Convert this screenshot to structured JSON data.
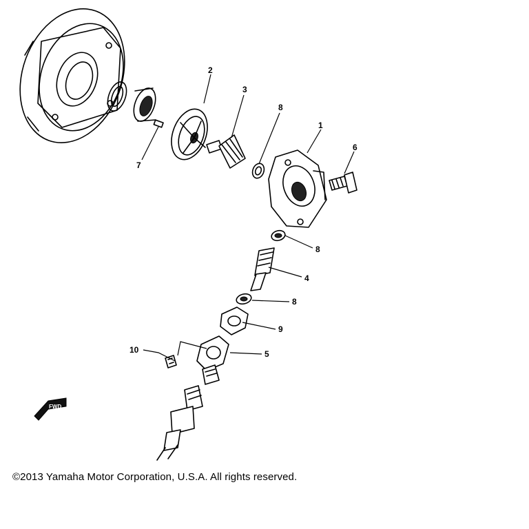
{
  "callouts": {
    "c1": "1",
    "c2": "2",
    "c3": "3",
    "c4": "4",
    "c5": "5",
    "c6": "6",
    "c7": "7",
    "c8a": "8",
    "c8b": "8",
    "c8c": "8",
    "c9": "9",
    "c10": "10"
  },
  "fwd_label": "FWD",
  "copyright": "©2013 Yamaha Motor Corporation, U.S.A. All rights reserved."
}
